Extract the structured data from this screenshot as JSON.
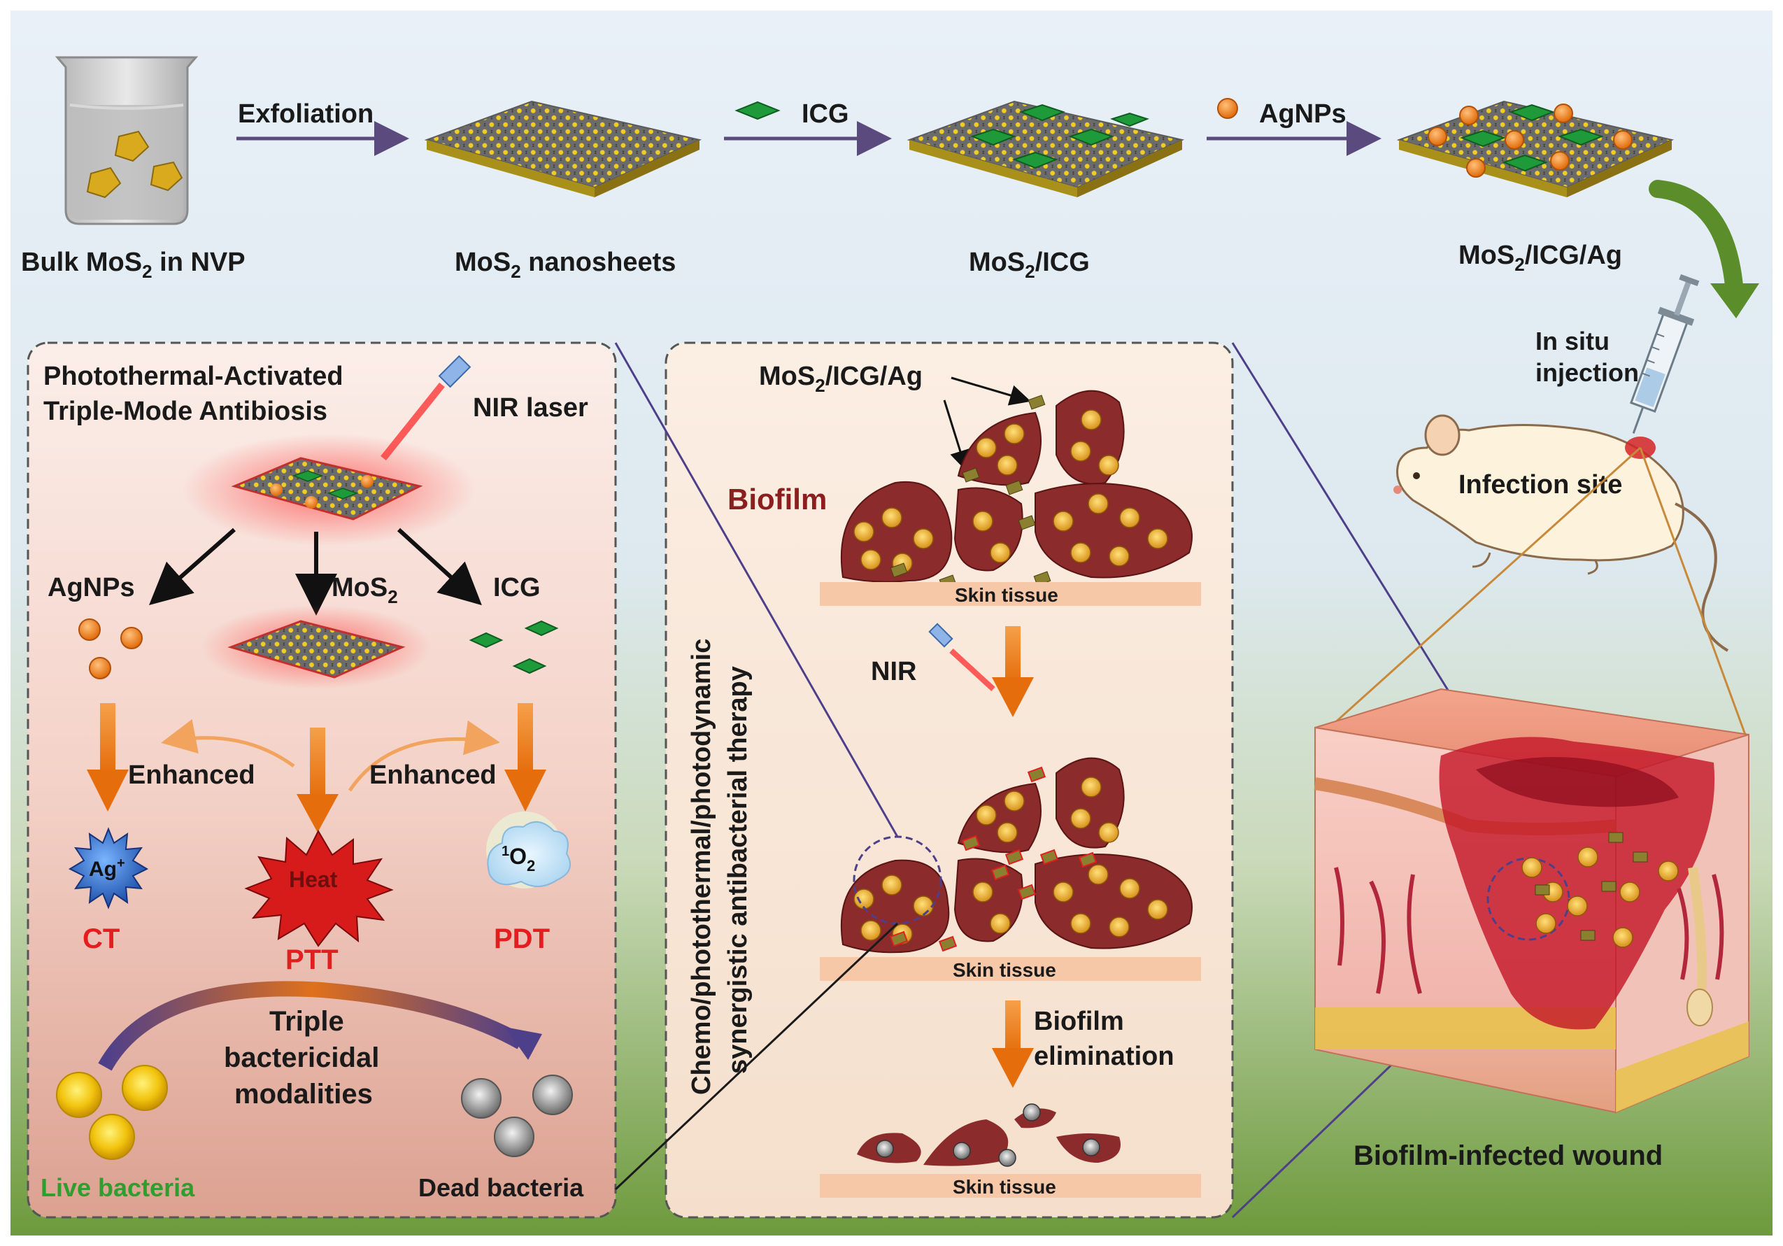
{
  "top_row": {
    "bulk_label_main": "Bulk MoS",
    "bulk_label_sub": "2",
    "bulk_label_tail": " in NVP",
    "step1_label": "Exfoliation",
    "nanosheets_label_main": "MoS",
    "nanosheets_label_sub": "2",
    "nanosheets_label_tail": " nanosheets",
    "step2_label": "ICG",
    "mos2_icg_main": "MoS",
    "mos2_icg_sub": "2",
    "mos2_icg_tail": "/ICG",
    "step3_label": "AgNPs",
    "mos2_icg_ag_main": "MoS",
    "mos2_icg_ag_sub": "2",
    "mos2_icg_ag_tail": "/ICG/Ag"
  },
  "left_panel": {
    "title_line1": "Photothermal-Activated",
    "title_line2": "Triple-Mode Antibiosis",
    "nir_laser": "NIR laser",
    "agnps": "AgNPs",
    "mos2_main": "MoS",
    "mos2_sub": "2",
    "icg": "ICG",
    "enhanced_left": "Enhanced",
    "enhanced_right": "Enhanced",
    "ag_ion_main": "Ag",
    "ag_ion_sup": "+",
    "heat": "Heat",
    "singlet_sup": "1",
    "singlet_main": "O",
    "singlet_sub": "2",
    "ct": "CT",
    "ptt": "PTT",
    "pdt": "PDT",
    "triple_line1": "Triple",
    "triple_line2": "bactericidal",
    "triple_line3": "modalities",
    "live_bacteria": "Live bacteria",
    "dead_bacteria": "Dead bacteria"
  },
  "middle_panel": {
    "vertical_line1": "Chemo/photothermal/photodynamic",
    "vertical_line2": "synergistic antibacterial therapy",
    "agent_main": "MoS",
    "agent_sub": "2",
    "agent_tail": "/ICG/Ag",
    "biofilm": "Biofilm",
    "skin1": "Skin tissue",
    "nir": "NIR",
    "skin2": "Skin tissue",
    "elim_line1": "Biofilm",
    "elim_line2": "elimination",
    "skin3": "Skin tissue"
  },
  "right_panel": {
    "in_situ_line1": "In situ",
    "in_situ_line2": "injection",
    "infection_site": "Infection site",
    "wound_label": "Biofilm-infected wound"
  },
  "colors": {
    "arrow_purple": "#5b4a7e",
    "arrow_orange": "#ec7a1c",
    "label_red": "#e41e1e",
    "label_green": "#2e9e2e",
    "biofilm_red": "#8b1e1e",
    "biofilm_body": "#8c2b2b",
    "skin_band": "#f7c8a8",
    "icg_green": "#1f9a3a",
    "agnp_orange": "#ef7e14",
    "mos2_yellow": "#e8c21a"
  }
}
